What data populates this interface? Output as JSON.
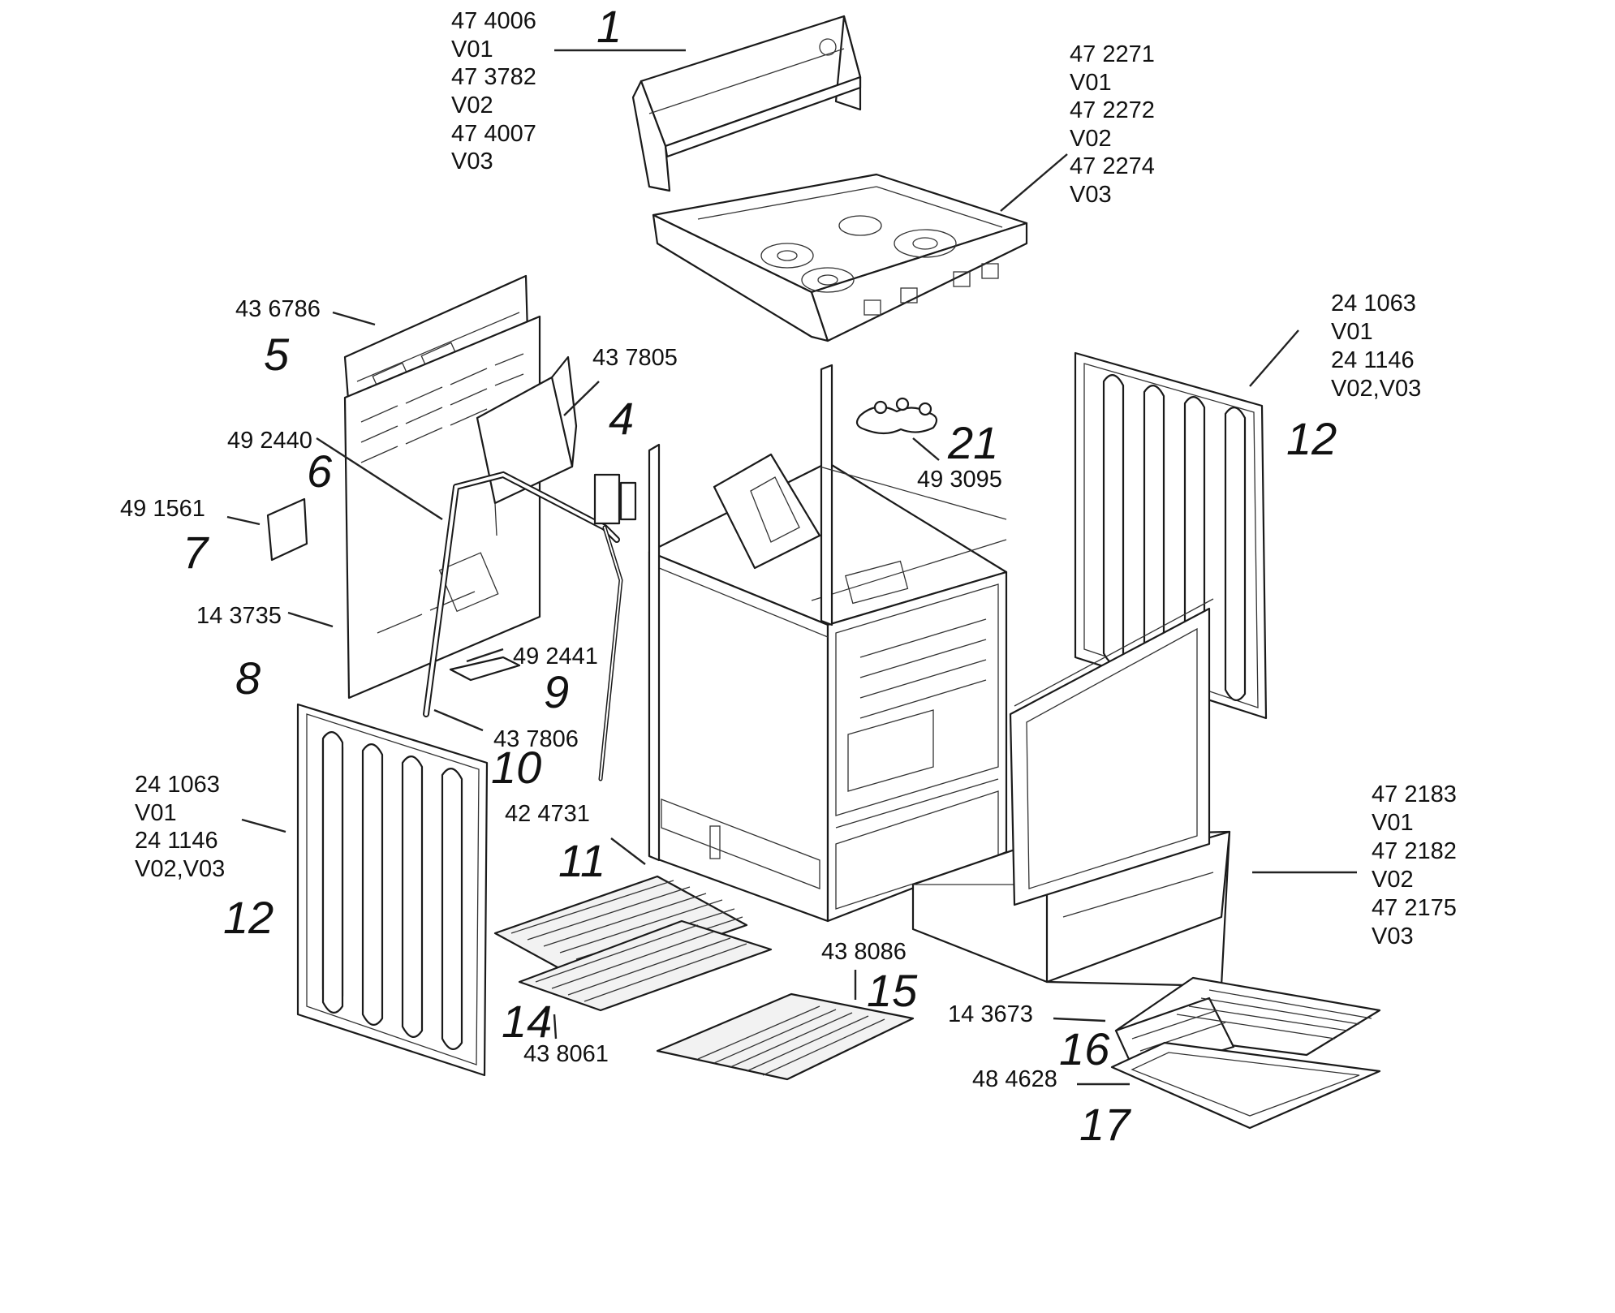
{
  "callouts": [
    {
      "id": "c1",
      "number": "1",
      "parts": [
        "47 4006",
        "V01",
        "47 3782",
        "V02",
        "47 4007",
        "V03"
      ]
    },
    {
      "id": "c2",
      "number": "",
      "parts": [
        "47 2271",
        "V01",
        "47 2272",
        "V02",
        "47 2274",
        "V03"
      ]
    },
    {
      "id": "c5",
      "number": "5",
      "parts": [
        "43 6786"
      ]
    },
    {
      "id": "c4",
      "number": "4",
      "parts": [
        "43 7805"
      ]
    },
    {
      "id": "c21",
      "number": "21",
      "parts": [
        "49 3095"
      ]
    },
    {
      "id": "c12r",
      "number": "12",
      "parts": [
        "24 1063",
        "V01",
        "24 1146",
        "V02,V03"
      ]
    },
    {
      "id": "c6",
      "number": "6",
      "parts": [
        "49 2440"
      ]
    },
    {
      "id": "c7",
      "number": "7",
      "parts": [
        "49 1561"
      ]
    },
    {
      "id": "c8",
      "number": "8",
      "parts": [
        "14 3735"
      ]
    },
    {
      "id": "c9",
      "number": "9",
      "parts": [
        "49 2441"
      ]
    },
    {
      "id": "c10",
      "number": "10",
      "parts": [
        "43 7806"
      ]
    },
    {
      "id": "c12l",
      "number": "12",
      "parts": [
        "24 1063",
        "V01",
        "24 1146",
        "V02,V03"
      ]
    },
    {
      "id": "c11",
      "number": "11",
      "parts": [
        "42 4731"
      ]
    },
    {
      "id": "c13",
      "number": "",
      "parts": [
        "47 2183",
        "V01",
        "47 2182",
        "V02",
        "47 2175",
        "V03"
      ]
    },
    {
      "id": "c15",
      "number": "15",
      "parts": [
        "43 8086"
      ]
    },
    {
      "id": "c14",
      "number": "14",
      "parts": [
        "43 8061"
      ]
    },
    {
      "id": "c16",
      "number": "16",
      "parts": [
        "14 3673"
      ]
    },
    {
      "id": "c17",
      "number": "17",
      "parts": [
        "48 4628"
      ]
    }
  ]
}
